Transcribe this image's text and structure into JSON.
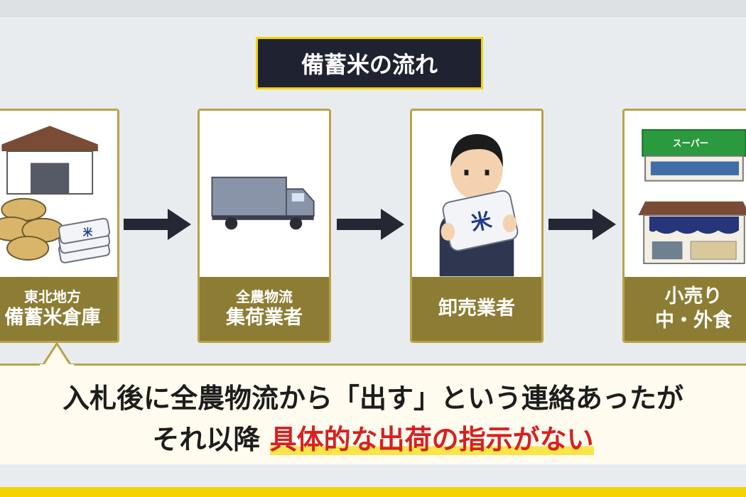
{
  "title": "備蓄米の流れ",
  "steps": [
    {
      "id": "warehouse",
      "lines": [
        "東北地方",
        "備蓄米倉庫"
      ]
    },
    {
      "id": "collector",
      "lines": [
        "全農物流",
        "集荷業者"
      ]
    },
    {
      "id": "wholesaler",
      "lines": [
        "卸売業者"
      ]
    },
    {
      "id": "retail",
      "lines": [
        "小売り",
        "中・外食"
      ]
    }
  ],
  "icons": {
    "warehouse": "warehouse-icon",
    "rice_bags": "rice-bags-icon",
    "truck": "truck-icon",
    "person": "wholesaler-person-icon",
    "supermarket": "supermarket-icon",
    "shop": "shop-icon"
  },
  "illustration_text": {
    "rice_mark": "米",
    "supermarket_sign": "スーパー"
  },
  "message": {
    "line1": "入札後に全農物流から「出す」という連絡あったが",
    "line2_plain": "それ以降 ",
    "line2_highlight": "具体的な出荷の指示がない"
  },
  "colors": {
    "title_bg": "#1f2230",
    "title_border": "#f2d400",
    "card_border": "#b9a24a",
    "label_bg": "#8d7c33",
    "arrow": "#242734",
    "highlight_text": "#d62020",
    "highlight_marker": "#f7e54a"
  }
}
